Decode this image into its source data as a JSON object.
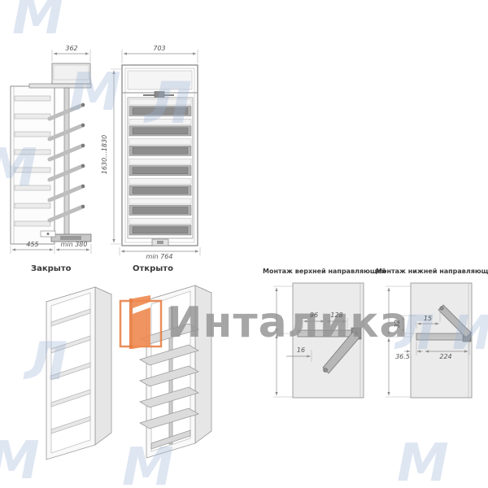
{
  "watermark": {
    "brand": "Инталика",
    "logo_color": "#e87a3e",
    "letters": [
      "М",
      "М",
      "М",
      "Л",
      "Л",
      "М",
      "М",
      "М",
      "И",
      "Л"
    ]
  },
  "side_view": {
    "dim_top_width": "362",
    "dim_bottom_left": "455",
    "dim_bottom_right": "min 380"
  },
  "front_view": {
    "dim_top_width": "703",
    "dim_height": "1630...1830",
    "dim_bottom_width": "min 764"
  },
  "view_closed": {
    "label": "Закрыто"
  },
  "view_open": {
    "label": "Открыто"
  },
  "mount_top": {
    "title": "Монтаж верхней направляющей",
    "dim_a": "96",
    "dim_b": "128",
    "dim_offset": "16"
  },
  "mount_bottom": {
    "title": "Монтаж нижней направляющей",
    "dim_a": "15",
    "dim_b": "32",
    "dim_c": "36.5",
    "dim_d": "224"
  }
}
